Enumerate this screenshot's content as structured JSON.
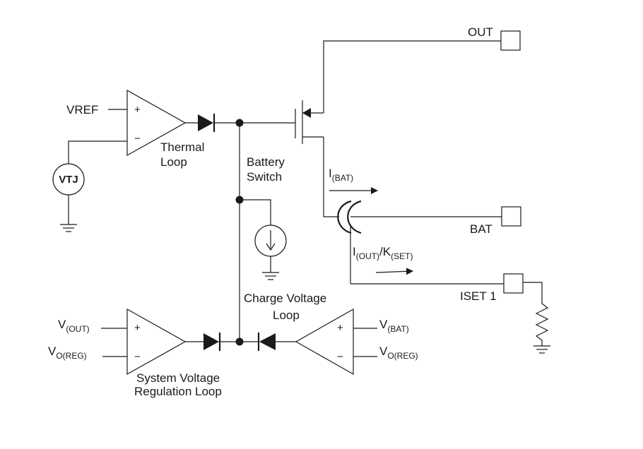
{
  "pins": {
    "out": "OUT",
    "bat": "BAT",
    "iset": "ISET 1"
  },
  "thermal": {
    "ref": "VREF",
    "source": "VTJ",
    "plus": "+",
    "minus": "−",
    "loop_line1": "Thermal",
    "loop_line2": "Loop"
  },
  "switch": {
    "line1": "Battery",
    "line2": "Switch"
  },
  "currents": {
    "bat_main": "I",
    "bat_sub": "(BAT)",
    "set_main": "I",
    "set_sub1": "(OUT)",
    "set_mid": "/K",
    "set_sub2": "(SET)"
  },
  "charge": {
    "line1": "Charge Voltage",
    "line2": "Loop",
    "plus": "+",
    "minus": "−",
    "in_plus_main": "V",
    "in_plus_sub": "(BAT)",
    "in_minus_main": "V",
    "in_minus_sub": "O(REG)"
  },
  "system": {
    "line1": "System Voltage",
    "line2": "Regulation Loop",
    "plus": "+",
    "minus": "−",
    "in_plus_main": "V",
    "in_plus_sub": "(OUT)",
    "in_minus_main": "V",
    "in_minus_sub": "O(REG)"
  }
}
